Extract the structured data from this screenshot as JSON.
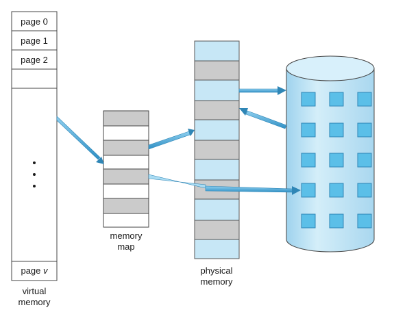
{
  "virtual_memory": {
    "pages": [
      "page 0",
      "page 1",
      "page 2"
    ],
    "last_page_prefix": "page ",
    "last_page_var": "v",
    "label_line1": "virtual",
    "label_line2": "memory"
  },
  "memory_map": {
    "label_line1": "memory",
    "label_line2": "map"
  },
  "physical_memory": {
    "label_line1": "physical",
    "label_line2": "memory"
  },
  "colors": {
    "frame_light": "#c7e7f6",
    "frame_gray": "#cbcbcb",
    "arrow": "#4aa9d8",
    "disk_face": "#c4e4f4",
    "disk_square": "#5bbfe8"
  }
}
